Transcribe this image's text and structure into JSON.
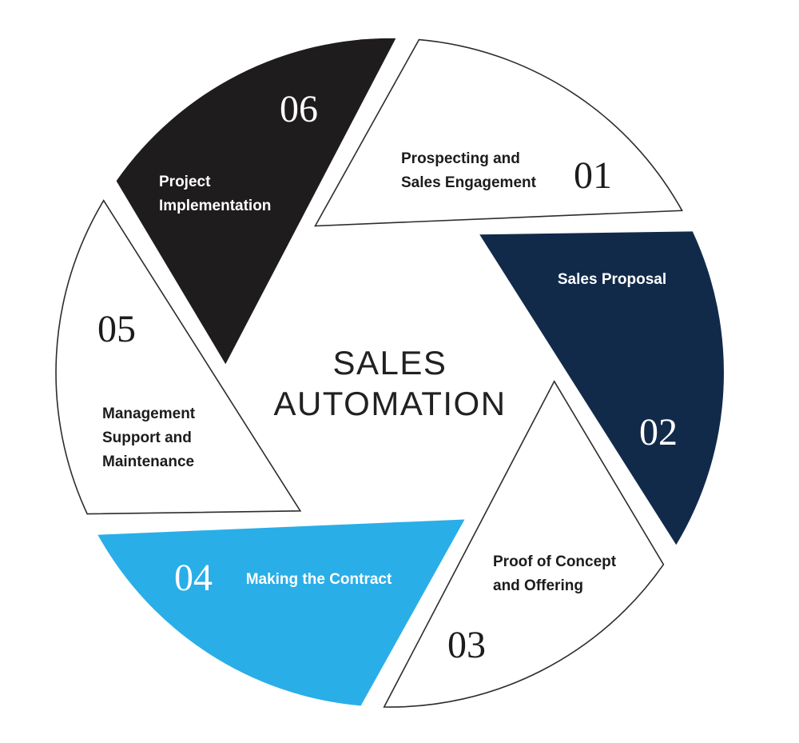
{
  "diagram": {
    "title": "SALES\nAUTOMATION",
    "title_color": "#212121",
    "outline_color": "#2e2c2c",
    "background_color": "#ffffff",
    "segments": [
      {
        "number": "01",
        "label": "Prospecting and\nSales Engagement",
        "color": "#ffffff",
        "text_color": "#1c1c1c"
      },
      {
        "number": "02",
        "label": "Sales Proposal",
        "color": "#122A4A",
        "text_color": "#ffffff"
      },
      {
        "number": "03",
        "label": "Proof of Concept\nand Offering",
        "color": "#ffffff",
        "text_color": "#1c1c1c"
      },
      {
        "number": "04",
        "label": "Making the Contract",
        "color": "#29AEE8",
        "text_color": "#ffffff"
      },
      {
        "number": "05",
        "label": "Management\nSupport and\nMaintenance",
        "color": "#ffffff",
        "text_color": "#1c1c1c"
      },
      {
        "number": "06",
        "label": "Project\nImplementation",
        "color": "#1E1C1C",
        "text_color": "#ffffff"
      }
    ]
  }
}
